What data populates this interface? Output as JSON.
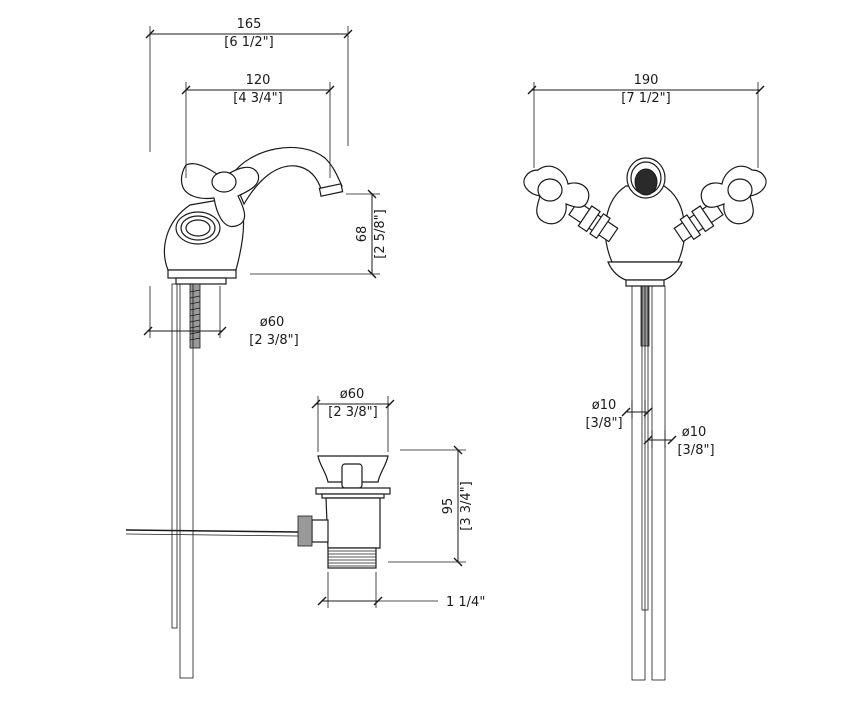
{
  "dimensions": {
    "overall_width": {
      "mm": "165",
      "inch": "[6 1/2\"]"
    },
    "spout_reach": {
      "mm": "120",
      "inch": "[4 3/4\"]"
    },
    "spout_height": {
      "mm": "68",
      "inch": "[2 5/8\"]"
    },
    "base_diameter": {
      "mm": "ø60",
      "inch": "[2 3/8\"]"
    },
    "drain_diameter": {
      "mm": "ø60",
      "inch": "[2 3/8\"]"
    },
    "drain_height": {
      "mm": "95",
      "inch": "[3 3/4\"]"
    },
    "drain_thread": {
      "label": "1 1/4\""
    },
    "front_width": {
      "mm": "190",
      "inch": "[7 1/2\"]"
    },
    "supply_tube_a": {
      "mm": "ø10",
      "inch": "[3/8\"]"
    },
    "supply_tube_b": {
      "mm": "ø10",
      "inch": "[3/8\"]"
    }
  }
}
